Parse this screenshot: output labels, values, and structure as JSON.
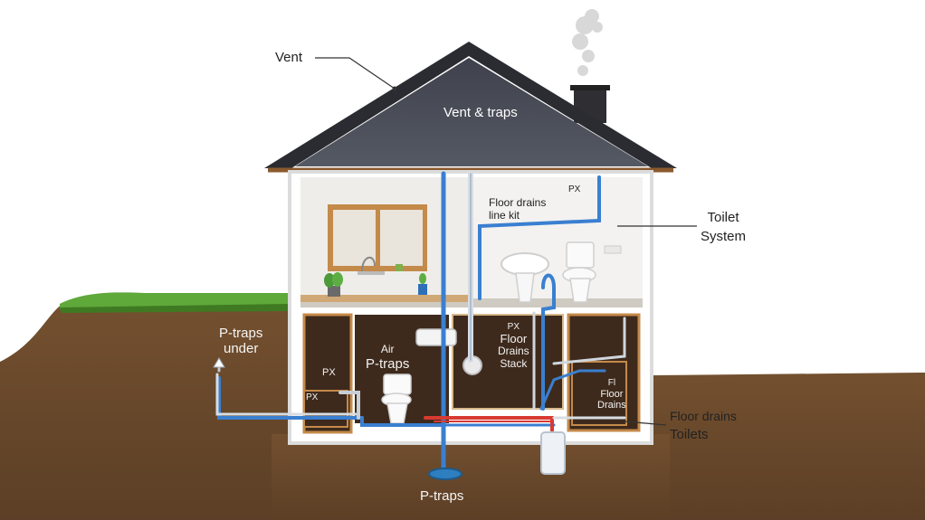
{
  "labels": {
    "vent": "Vent",
    "roof_title": "Vent & traps",
    "floor_drains_upper_1": "Floor drains",
    "floor_drains_upper_2": "line kit",
    "corner_note": "PX",
    "toilet_system_1": "Toilet",
    "toilet_system_2": "System",
    "ptraps_under_1": "P-traps",
    "ptraps_under_2": "under",
    "small_px": "PX",
    "ptraps_basement_1": "Air",
    "ptraps_basement_2": "P-traps",
    "small_pk": "PX",
    "px_floor_1": "PX",
    "px_floor_2": "Floor",
    "px_floor_3": "Drains",
    "px_floor_4": "Stack",
    "right_floor_1": "Fl",
    "right_floor_2": "Floor",
    "right_floor_3": "Drains",
    "floor_drains_toilets_1": "Floor drains",
    "floor_drains_toilets_2": "Toilets",
    "ptraps_bottom": "P-traps"
  },
  "colors": {
    "roof": "#4a4d57",
    "soil": "#6b4a30",
    "grass": "#5fa83a",
    "pipe_blue": "#3a7fd0",
    "pipe_red": "#d83a32",
    "basement": "#3e2a1c",
    "wall": "#f2f1ef",
    "window_frame": "#c48a4a"
  },
  "icons": [
    "smoke-icon",
    "chimney-icon",
    "window-icon",
    "sink-icon",
    "toilet-icon",
    "plant-icon",
    "floor-drain-icon"
  ]
}
